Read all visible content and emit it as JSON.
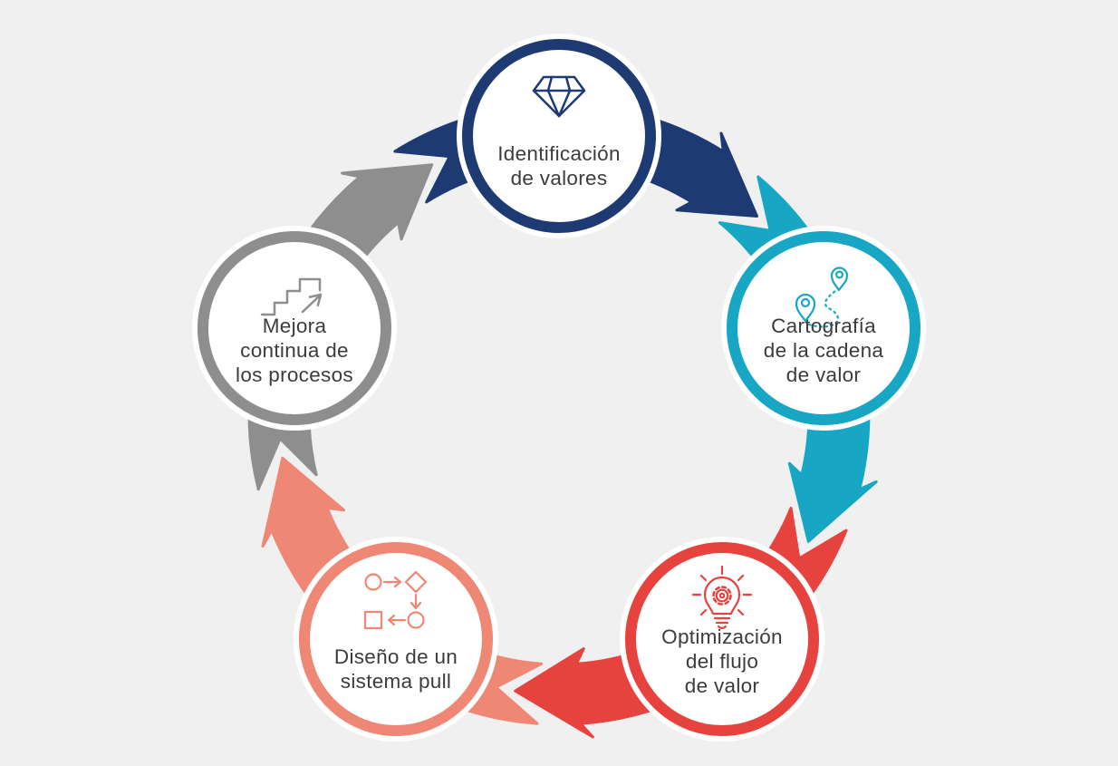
{
  "diagram": {
    "type": "cycle",
    "direction": "clockwise",
    "background_color": "#f0f0f1",
    "label_color": "#3c3c3c",
    "steps": [
      {
        "id": "identificacion-de-valores",
        "position": "top",
        "color": "#1d3a72",
        "icon": "diamond-icon",
        "lines": [
          "Identificación",
          "de valores"
        ],
        "next": "cartografia-de-la-cadena-de-valor"
      },
      {
        "id": "cartografia-de-la-cadena-de-valor",
        "position": "right",
        "color": "#17a6c3",
        "icon": "map-route-icon",
        "lines": [
          "Cartografía",
          "de la cadena",
          "de valor"
        ],
        "next": "optimizacion-del-flujo-de-valor"
      },
      {
        "id": "optimizacion-del-flujo-de-valor",
        "position": "bottom-right",
        "color": "#e7433e",
        "icon": "lightbulb-gear-icon",
        "lines": [
          "Optimización",
          "del flujo",
          "de valor"
        ],
        "next": "diseno-de-un-sistema-pull"
      },
      {
        "id": "diseno-de-un-sistema-pull",
        "position": "bottom-left",
        "color": "#ef8775",
        "icon": "flowchart-pull-icon",
        "lines": [
          "Diseño de un",
          "sistema pull"
        ],
        "next": "mejora-continua-de-los-procesos"
      },
      {
        "id": "mejora-continua-de-los-procesos",
        "position": "left",
        "color": "#8e8e8e",
        "icon": "stairs-growth-icon",
        "lines": [
          "Mejora",
          "continua de",
          "los procesos"
        ],
        "next": "identificacion-de-valores"
      }
    ]
  }
}
